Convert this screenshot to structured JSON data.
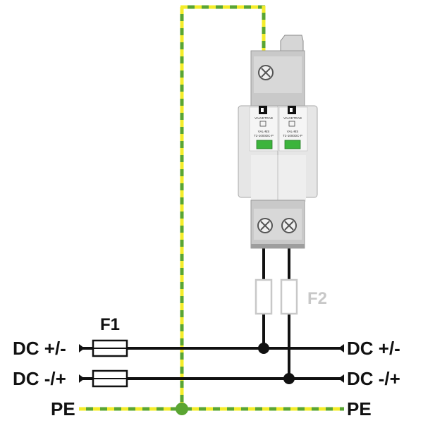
{
  "labels": {
    "dc_pos_left": "DC +/-",
    "dc_neg_left": "DC -/+",
    "pe_left": "PE",
    "dc_pos_right": "DC +/-",
    "dc_neg_right": "DC -/+",
    "pe_right": "PE",
    "fuse_f1": "F1",
    "fuse_f2": "F2"
  },
  "device": {
    "brand_left": "VALVETRAB",
    "brand_right": "VALVETRAB",
    "model_left_line1": "VAL-MS",
    "model_left_line2": "T2-1000DC-P",
    "model_right_line1": "VAL-MS",
    "model_right_line2": "T2-1000DC-P"
  },
  "colors": {
    "wire": "#111111",
    "pe_green": "#5aa532",
    "pe_yellow": "#f4ec2a",
    "fuse_f2_color": "#c8c8c8",
    "indicator_green": "#3cb43c"
  }
}
